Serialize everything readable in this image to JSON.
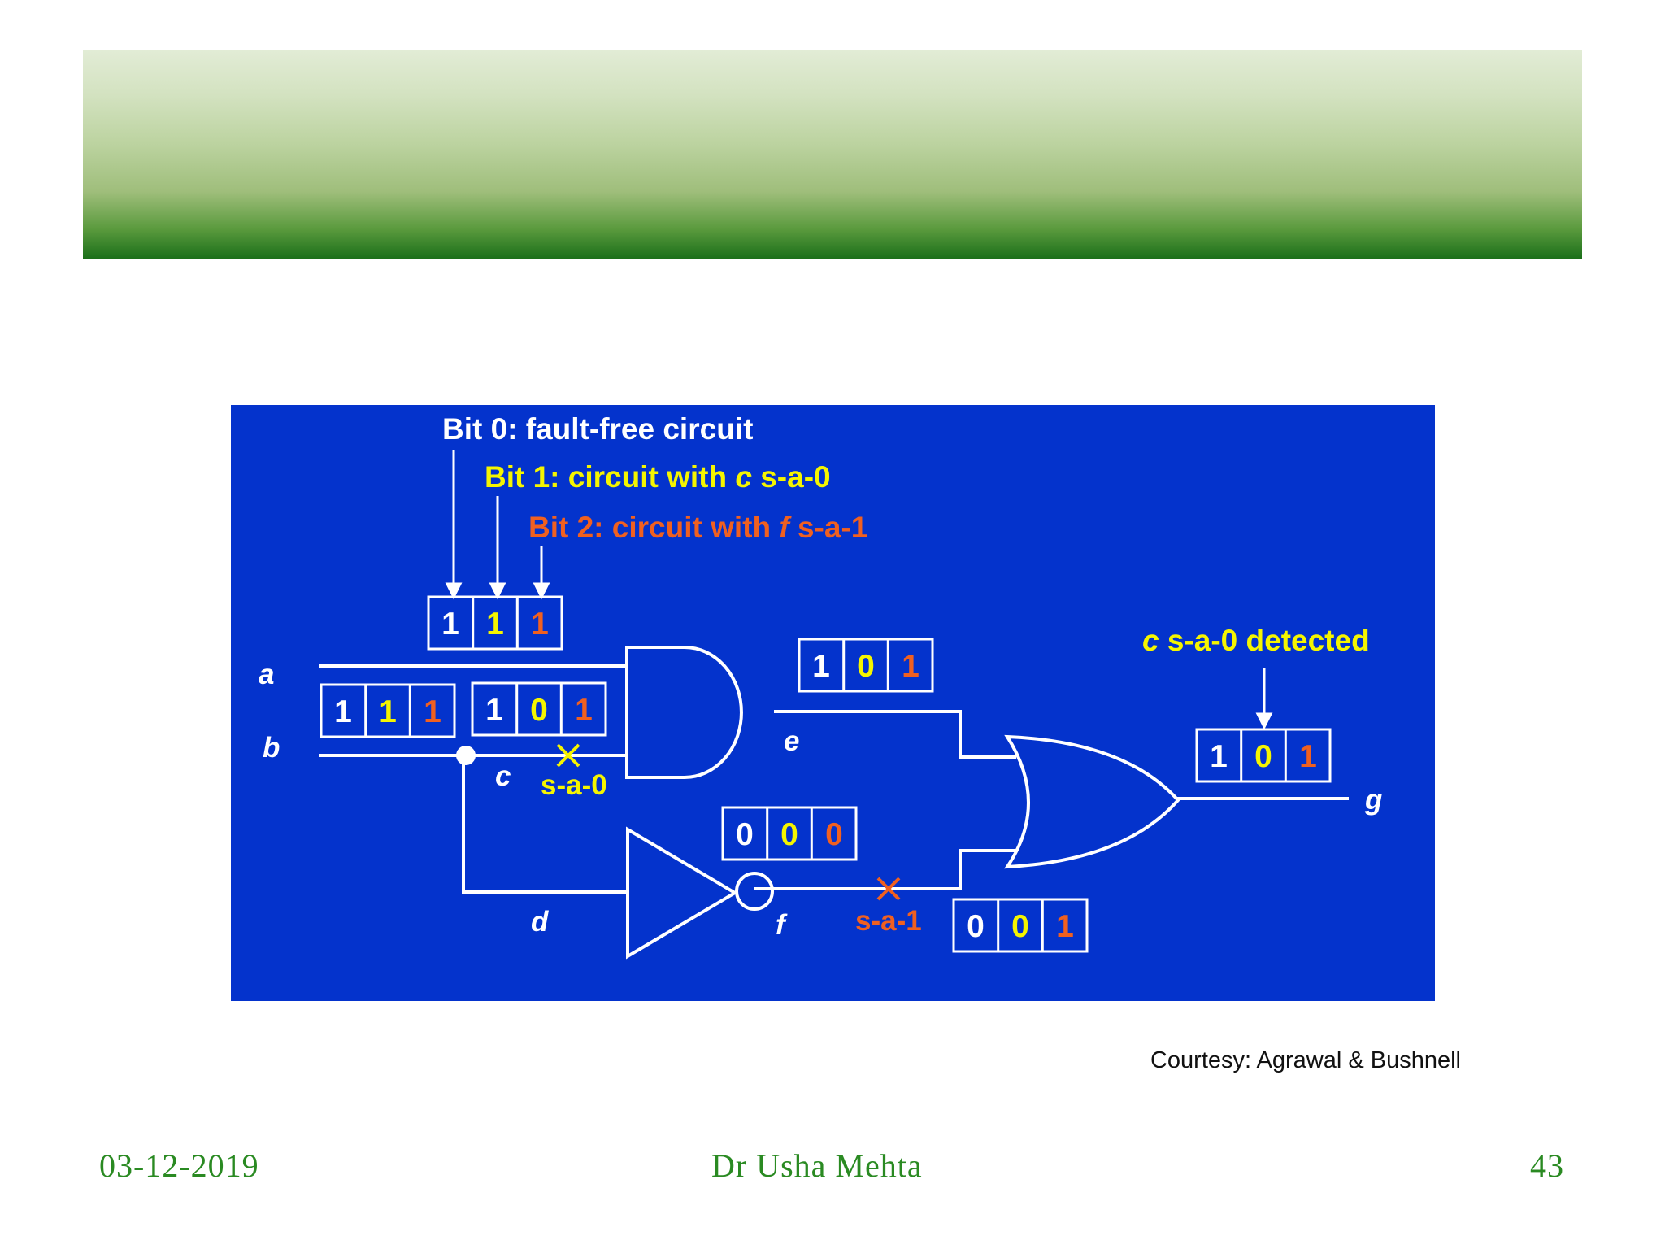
{
  "colors": {
    "fault_free": "#ffffff",
    "bit1": "#f5f500",
    "bit2": "#f06020",
    "diagram_bg": "#0433cc",
    "footer": "#2a8a22"
  },
  "diagram": {
    "legend": {
      "bit0": "Bit 0: fault-free circuit",
      "bit1_pre": "Bit 1: circuit with ",
      "bit1_sig": "c",
      "bit1_post": " s-a-0",
      "bit2_pre": "Bit 2: circuit with ",
      "bit2_sig": "f",
      "bit2_post": " s-a-1"
    },
    "detected_sig": "c",
    "detected_text": " s-a-0 detected",
    "signals": {
      "a": "a",
      "b": "b",
      "c": "c",
      "d": "d",
      "e": "e",
      "f": "f",
      "g": "g"
    },
    "faults": {
      "c_fault": "s-a-0",
      "f_fault": "s-a-1"
    },
    "words": {
      "top": [
        "1",
        "1",
        "1"
      ],
      "b": [
        "1",
        "1",
        "1"
      ],
      "c": [
        "1",
        "0",
        "1"
      ],
      "e": [
        "1",
        "0",
        "1"
      ],
      "f": [
        "0",
        "0",
        "0"
      ],
      "f_out": [
        "0",
        "0",
        "1"
      ],
      "g": [
        "1",
        "0",
        "1"
      ]
    }
  },
  "courtesy": "Courtesy: Agrawal & Bushnell",
  "footer": {
    "date": "03-12-2019",
    "author": "Dr Usha Mehta",
    "page": "43"
  }
}
